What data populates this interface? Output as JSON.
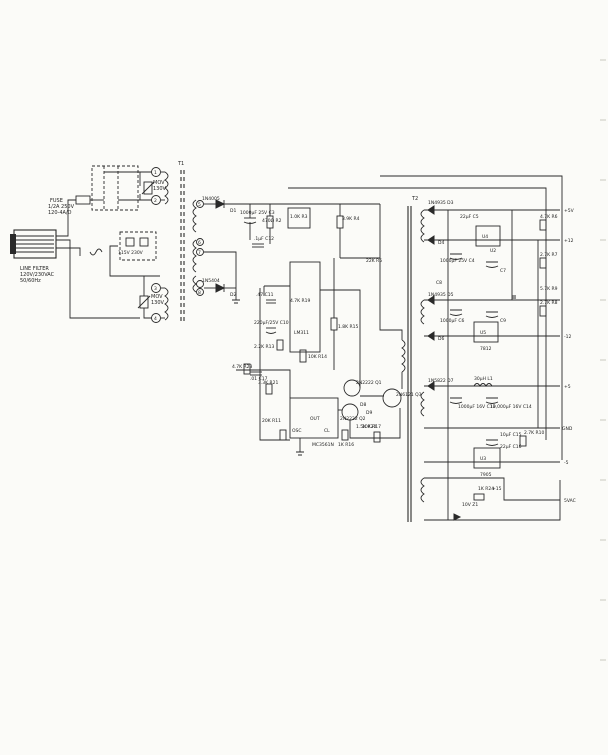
{
  "line_filter": {
    "l1": "LINE FILTER",
    "l2": "120V/230VAC",
    "l3": "50/60Hz"
  },
  "fuse": {
    "l1": "FUSE",
    "l2": "1/2A 250V",
    "l3": "120-4A/D"
  },
  "mov_top": {
    "l1": "MOV",
    "l2": "130V"
  },
  "mov_bot": {
    "l1": "MOV",
    "l2": "130V"
  },
  "switch_label": "115V 230V",
  "t1": "T1",
  "t2": "T2",
  "transformer_pins": [
    "1",
    "2",
    "3",
    "4",
    "5",
    "6",
    "7",
    "8"
  ],
  "rectifier_labels": [
    "1N4005",
    "D1",
    "1N5404",
    "D2"
  ],
  "control_labels": {
    "c3": "1000µF 25V C3",
    "r2": "470Ω R2",
    "r3": "1.0K R3",
    "r4": "3.9K R4",
    "c12": ".1µF C12",
    "c11": ".47 C11",
    "r5": "22K R5",
    "c10": "220µF/25V C10",
    "ic": "LM311",
    "r15": "1.8K R15",
    "r14": "10K R14",
    "r13": "2.2K R13",
    "q_top": "2N2222 Q1",
    "q_mid": "2N2222 Q2",
    "q_pwr": "2N6121 Q3",
    "d8": "D8",
    "d9": "D9",
    "ic_bottom": "MC3561N",
    "osc": "OSC",
    "out": "OUT",
    "cl": "CL",
    "r11": "20K R11",
    "r16": "1K R16",
    "r17": "10K R17",
    "r23": "4.7K R23",
    "c17": ".01 C17",
    "r21": "3.3K R21",
    "r19": "4.7K R19",
    "r20": "1.5K R20"
  },
  "rail_labels": [
    "+5V",
    "+12",
    "-12",
    "+5",
    "GND",
    "-5",
    "+15",
    "5VAC"
  ],
  "regulator_labels": [
    "U4",
    "U5",
    "7812",
    "U3",
    "7905",
    "U2"
  ],
  "output_component_labels": [
    "1N4935 D3",
    "D4",
    "1N4935 D5",
    "D6",
    "1N5822 D7",
    "1000µF 25V C4",
    "22µF C5",
    "1000µF C6",
    "C7",
    "C8",
    "C9",
    "4.7K R6",
    "2.7K R7",
    "2.7K R8",
    "5.7K R9",
    "2.7K R10",
    "1000µF 16V C13",
    "10,000µF 16V C14",
    "10µF C15",
    "22µF C16",
    "1K R24",
    "10V Z1",
    "30µH L1"
  ]
}
